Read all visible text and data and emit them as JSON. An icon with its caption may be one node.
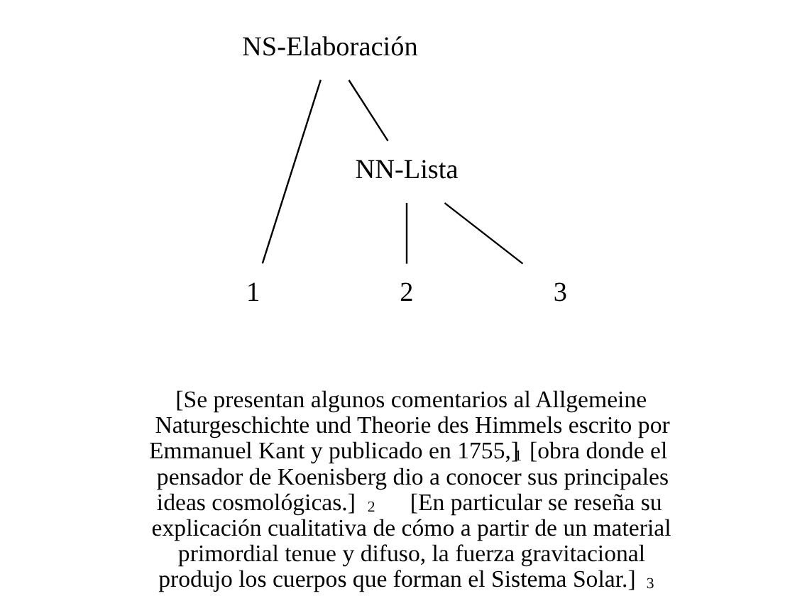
{
  "diagram": {
    "nodes": [
      {
        "text": [
          "NS-Elaboración"
        ]
      },
      {
        "text": [
          "NN-Lista"
        ]
      },
      {
        "text": [
          "1"
        ]
      },
      {
        "text": [
          "2"
        ]
      },
      {
        "text": [
          "3"
        ]
      }
    ],
    "edges": [
      {
        "from": 0,
        "to": 2,
        "arrow": "none"
      },
      {
        "from": 0,
        "to": 1,
        "arrow": "none"
      },
      {
        "from": 1,
        "to": 3,
        "arrow": "none"
      },
      {
        "from": 1,
        "to": 4,
        "arrow": "none"
      }
    ],
    "labels": [
      "[Se presentan algunos comentarios al Allgemeine Naturgeschichte und Theorie des Himmels escrito por Emmanuel Kant y publicado en 1755,]$_{1}$ [obra donde el pensador de Koenisberg dio a conocer sus principales ideas cosmológicas.]$_{2}$ [En particular se reseña su explicación cualitativa de cómo a partir de un material primordial tenue y difuso, la fuerza gravitacional produjo los cuerpos que forman el Sistema Solar.]$_{3}$"
    ]
  }
}
